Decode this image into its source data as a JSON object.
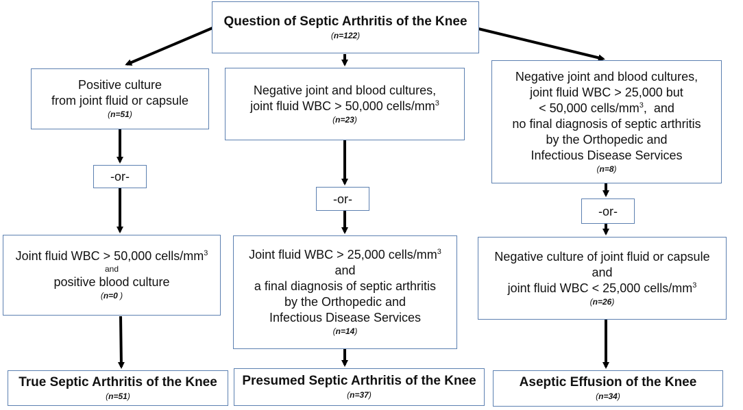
{
  "top": {
    "title": "Question of Septic Arthritis of the Knee",
    "n": "n=122"
  },
  "left": {
    "criteria1": {
      "lines": [
        "Positive culture",
        "from joint fluid or capsule"
      ],
      "n": "n=51",
      "n_close": ")"
    },
    "or": "-or-",
    "criteria2": {
      "line1": "Joint fluid WBC > 50,000 cells/mm",
      "sup": "3",
      "and": "and",
      "line2": "positive blood culture",
      "n": "n=0",
      "n_close": " )"
    },
    "result": {
      "title": "True Septic Arthritis of the Knee",
      "n": "n=51"
    }
  },
  "middle": {
    "criteria1": {
      "line1": "Negative joint and blood cultures,",
      "line2": "joint fluid WBC > 50,000 cells/mm",
      "sup": "3",
      "n": "n=23"
    },
    "or": "-or-",
    "criteria2": {
      "line1": "Joint fluid WBC > 25,000 cells/mm",
      "sup": "3",
      "line2": "and",
      "line3": "a final diagnosis of septic arthritis",
      "line4": "by the Orthopedic and",
      "line5": "Infectious Disease Services",
      "n": "n=14"
    },
    "result": {
      "title": "Presumed Septic Arthritis of the Knee",
      "n": "n=37"
    }
  },
  "right": {
    "criteria1": {
      "line1": "Negative joint and blood cultures,",
      "line2": "joint fluid WBC > 25,000 but",
      "line3": "< 50,000 cells/mm",
      "sup": "3",
      "line3_tail": ",  and",
      "line4": "no final diagnosis of septic arthritis",
      "line5": "by the Orthopedic and",
      "line6": "Infectious Disease Services",
      "n": "n=8"
    },
    "or": "-or-",
    "criteria2": {
      "line1": "Negative culture of joint fluid or capsule",
      "line2": "and",
      "line3": "joint fluid WBC < 25,000 cells/mm",
      "sup": "3",
      "n": "n=26"
    },
    "result": {
      "title": "Aseptic Effusion of the Knee",
      "n": "n=34"
    }
  },
  "colors": {
    "border": "#5b7fb0",
    "arrow": "#000000"
  }
}
